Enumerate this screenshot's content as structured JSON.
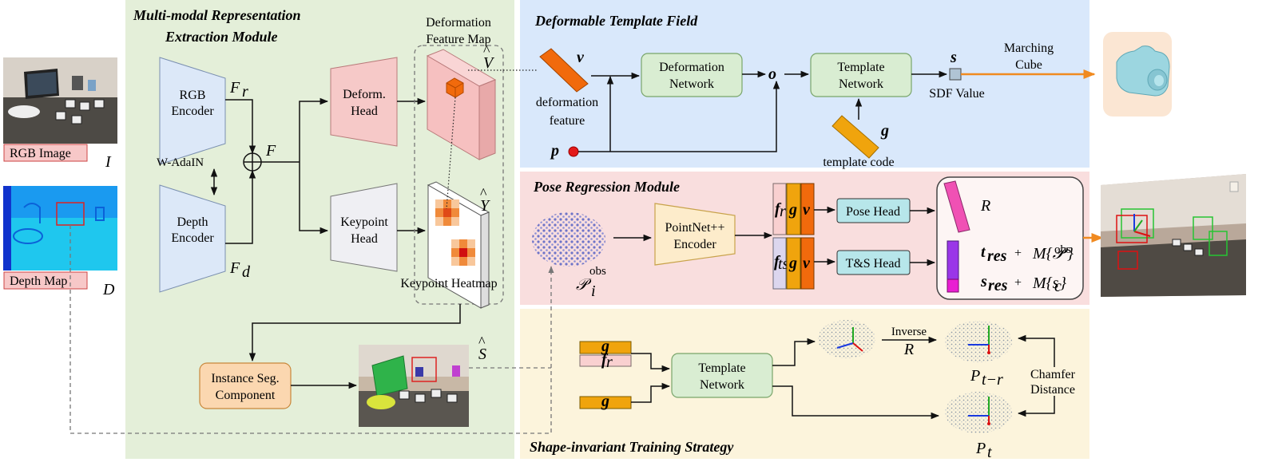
{
  "colors": {
    "green_panel": "#e4efd9",
    "blue_panel": "#d9e8fb",
    "pink_panel": "#f9dede",
    "yellow_panel": "#fcf4dc",
    "encoder_fill": "#dce8f8",
    "head_pink": "#f6c9c8",
    "head_gray": "#efeff3",
    "network_green": "#d9edd2",
    "orange_box": "#fbd7b0",
    "pointnet_fill": "#fdeccb",
    "cyan_head": "#b7e6ea",
    "orange_bar": "#f16a0c",
    "gold_bar": "#f0a40d"
  },
  "sections": {
    "extraction_title_1": "Multi-modal Representation",
    "extraction_title_2": "Extraction Module",
    "template_field_title": "Deformable Template Field",
    "pose_title": "Pose Regression Module",
    "shape_title": "Shape-invariant Training Strategy"
  },
  "inputs": {
    "rgb_label": "RGB Image",
    "rgb_symbol": "I",
    "depth_label": "Depth Map",
    "depth_symbol": "D"
  },
  "extraction": {
    "rgb_encoder_1": "RGB",
    "rgb_encoder_2": "Encoder",
    "depth_encoder_1": "Depth",
    "depth_encoder_2": "Encoder",
    "wadain": "W-AdaIN",
    "fr": "F",
    "fr_sub": "r",
    "fd": "F",
    "fd_sub": "d",
    "f": "F",
    "oplus": "⊕",
    "deform_head_1": "Deform.",
    "deform_head_2": "Head",
    "keypoint_head_1": "Keypoint",
    "keypoint_head_2": "Head",
    "deform_map_1": "Deformation",
    "deform_map_2": "Feature Map",
    "v_hat": "V",
    "y_hat": "Y",
    "hat": "^",
    "keypoint_heatmap": "Keypoint Heatmap",
    "instance_seg_1": "Instance Seg.",
    "instance_seg_2": "Component",
    "s_hat": "S"
  },
  "template_field": {
    "v": "v",
    "deformation_feature_1": "deformation",
    "deformation_feature_2": "feature",
    "p": "p",
    "deformation_network_1": "Deformation",
    "deformation_network_2": "Network",
    "o": "o",
    "template_network_1": "Template",
    "template_network_2": "Network",
    "g": "g",
    "template_code": "template code",
    "s": "s",
    "sdf_value": "SDF Value",
    "marching_1": "Marching",
    "marching_2": "Cube"
  },
  "pose": {
    "p_obs": "𝒫",
    "p_obs_sup": "obs",
    "p_obs_sub": "i",
    "pointnet_1": "PointNet++",
    "pointnet_2": "Encoder",
    "fr": "f",
    "fr_sub": "r",
    "fts": "f",
    "fts_sub": "ts",
    "g": "g",
    "v": "v",
    "pose_head": "Pose Head",
    "ts_head": "T&S Head",
    "R": "R",
    "t_res": "t",
    "t_res_sub": "res",
    "plus": "+",
    "m_pobs": "M{𝒫",
    "m_pobs_sup": "obs",
    "m_pobs_close": "}",
    "s_res": "s",
    "s_res_sub": "res",
    "m_sc": "M{s",
    "m_sc_sub": "c",
    "m_sc_close": "}"
  },
  "shape": {
    "g": "g",
    "fr": "f",
    "fr_sub": "r",
    "template_network_1": "Template",
    "template_network_2": "Network",
    "inverse_1": "Inverse",
    "inverse_2": "R",
    "p_tr": "P",
    "p_tr_sub": "t−r",
    "p_t": "P",
    "p_t_sub": "t",
    "chamfer_1": "Chamfer",
    "chamfer_2": "Distance"
  }
}
